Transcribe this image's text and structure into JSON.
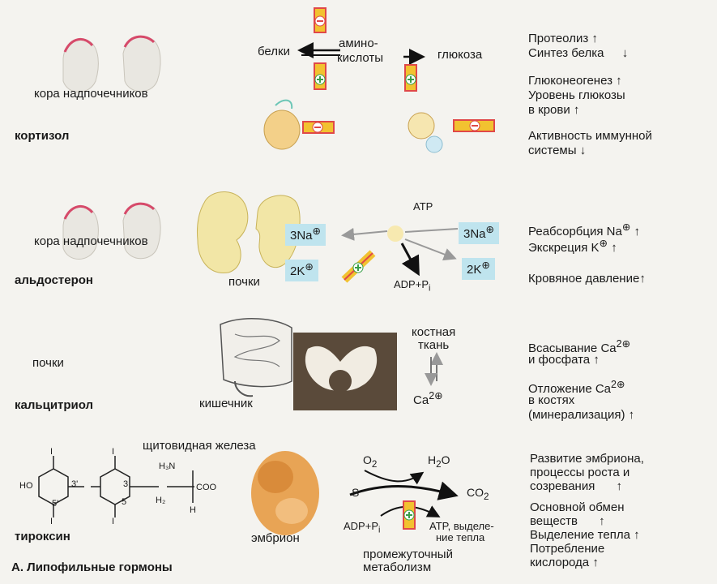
{
  "sections": [
    {
      "hormone": "кортизол",
      "organ": "кора надпочечников",
      "left_label": "белки",
      "center_label_1": "амино-",
      "center_label_2": "кислоты",
      "right_label": "глюкоза",
      "effects": [
        {
          "text": "Протеолиз",
          "arrow": "↑"
        },
        {
          "text": "Синтез белка",
          "arrow": "↓"
        },
        {
          "text": "Глюконеогенез",
          "arrow": "↑"
        },
        {
          "text": "Уровень глюкозы",
          "arrow": ""
        },
        {
          "text": "в крови",
          "arrow": "↑"
        },
        {
          "text": "Активность иммунной",
          "arrow": ""
        },
        {
          "text": "системы",
          "arrow": "↓"
        }
      ]
    },
    {
      "hormone": "альдостерон",
      "organ": "кора надпочечников",
      "kidney_label": "почки",
      "ion_na_left": "3Na",
      "ion_na_right": "3Na",
      "ion_k_left": "2K",
      "ion_k_right": "2K",
      "atp": "ATP",
      "adp": "ADP+P",
      "adp_sub": "i",
      "effects": [
        {
          "text": "Реабсорбция Na",
          "arrow": "↑"
        },
        {
          "text": "Экскреция K",
          "arrow": "↑"
        },
        {
          "text": "Кровяное давление",
          "arrow": "↑"
        }
      ]
    },
    {
      "hormone": "кальцитриол",
      "organ": "почки",
      "intestine_label": "кишечник",
      "bone_label_1": "костная",
      "bone_label_2": "ткань",
      "ca_label": "Ca",
      "ca_sup": "2",
      "effects": [
        {
          "text": "Всасывание Ca",
          "sup": "2",
          "arrow": ""
        },
        {
          "text": "и фосфата",
          "arrow": "↑"
        },
        {
          "text": "Отложение Ca",
          "sup": "2",
          "arrow": ""
        },
        {
          "text": "в костях",
          "arrow": ""
        },
        {
          "text": "(минерализация)",
          "arrow": "↑"
        }
      ]
    },
    {
      "hormone": "тироксин",
      "organ": "щитовидная железа",
      "embryo_label": "эмбрион",
      "o2": "O",
      "o2_sub": "2",
      "h2o": "H",
      "h2o_sub": "2",
      "h2o_tail": "O",
      "s_label": "S",
      "co2": "CO",
      "co2_sub": "2",
      "adp": "ADP+P",
      "adp_sub": "i",
      "atp_heat_1": "ATP, выделе-",
      "atp_heat_2": "ние тепла",
      "metab_1": "промежуточный",
      "metab_2": "метаболизм",
      "chem_nh3": "H₃N",
      "chem_coo": "COO",
      "chem_h2": "H₂",
      "chem_h": "H",
      "chem_ho": "HO",
      "chem_i": "I",
      "chem_3p": "3'",
      "chem_5p": "5'",
      "chem_3": "3",
      "chem_5": "5",
      "effects": [
        {
          "text": "Развитие эмбриона,",
          "arrow": ""
        },
        {
          "text": "процессы роста и",
          "arrow": ""
        },
        {
          "text": "созревания",
          "arrow": "↑"
        },
        {
          "text": "Основной обмен",
          "arrow": ""
        },
        {
          "text": "веществ",
          "arrow": "↑"
        },
        {
          "text": "Выделение тепла",
          "arrow": "↑"
        },
        {
          "text": "Потребление",
          "arrow": ""
        },
        {
          "text": "кислорода",
          "arrow": "↑"
        }
      ]
    }
  ],
  "caption": "А. Липофильные гормоны",
  "colors": {
    "gland_outline": "#d64a6a",
    "ion_box": "#bfe4ee",
    "arrow_yellow": "#f2c230",
    "arrow_red": "#e04848",
    "kidney": "#f2e6a6"
  }
}
